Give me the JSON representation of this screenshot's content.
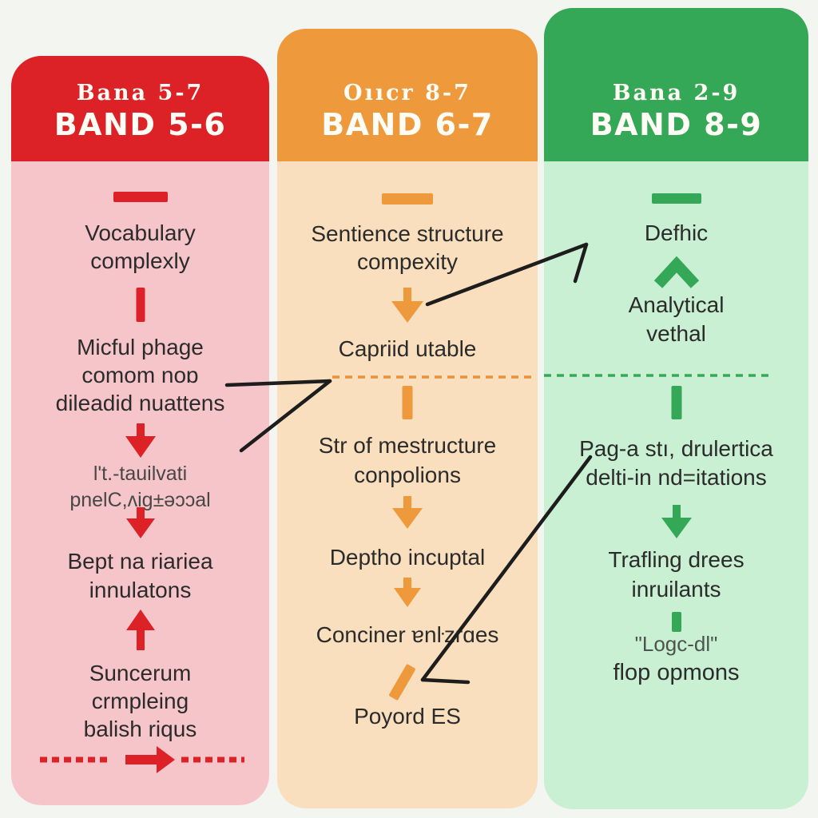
{
  "page": {
    "background_color": "#f3f5f0",
    "text_color": "#2b2b2b",
    "annotation_line_color": "#1d1d1d"
  },
  "columns": [
    {
      "id": "band-5-6",
      "accent_color": "#dc2127",
      "body_color": "#f6c5c9",
      "header": {
        "small": "Bana 5-7",
        "big": "BAND 5-6"
      },
      "texts": {
        "t1": "Vocabulary\ncomplexly",
        "t2": "Micful phage\ncomom noɒ\ndileadid nuattens",
        "t3": "l't.-tauilvati\npnelC,ʌig±ǝɔɔal",
        "t4": "Bept na riariea\ninnulatons",
        "t5": "Suncerum\ncrmpleing\nbalish riqus"
      },
      "icons": [
        "dash-bar-icon",
        "vertical-bar-icon",
        "down-arrow-icon",
        "down-arrow-icon",
        "up-arrow-icon",
        "dashed-line-right-arrow-icon"
      ]
    },
    {
      "id": "band-6-7",
      "accent_color": "#ee9a3c",
      "body_color": "#f9dfbd",
      "header": {
        "small": "Oııcr 8-7",
        "big": "BAND 6-7"
      },
      "texts": {
        "t1": "Sentience structure\ncompexity",
        "t2": "Capriid utable",
        "t3": "Str of mestructure\nconpolions",
        "t4": "Deptho incuptal",
        "t5": "Conciner ɐnŀᴢrɑes",
        "t6": "Poyord ES"
      },
      "icons": [
        "dash-bar-icon",
        "down-arrow-icon",
        "vertical-bar-icon",
        "down-arrow-icon",
        "down-arrow-icon",
        "tilted-bar-icon"
      ]
    },
    {
      "id": "band-8-9",
      "accent_color": "#34a857",
      "body_color": "#c9f0d3",
      "header": {
        "small": "Bana 2-9",
        "big": "BAND 8-9"
      },
      "texts": {
        "t1": "Defhic",
        "t2": "Analytical\nvethal",
        "t3": "Pag-a stı, drulertica\ndelti-in nd=itations",
        "t4": "Trafling drees\ninruilants",
        "t5": "\"Logc-dl\"",
        "t6": "flop opmons"
      },
      "icons": [
        "dash-bar-icon",
        "chevron-up-icon",
        "vertical-bar-icon",
        "down-arrow-icon",
        "small-vertical-bar-icon"
      ]
    }
  ],
  "annotations": {
    "black_arrow_1": "hand-drawn arrow from middle column down-arrow pointing up-right into green column",
    "black_arrow_2": "hand-drawn wedge arrow from red column text pointing right at dashed divider",
    "black_arrow_3": "hand-drawn arrow from green column pointing down-left toward tilted orange bar",
    "dashed_divider_orange": "#e8923a",
    "dashed_divider_green": "#36a85a",
    "dashed_divider_red_bottom": "#dc2127"
  }
}
